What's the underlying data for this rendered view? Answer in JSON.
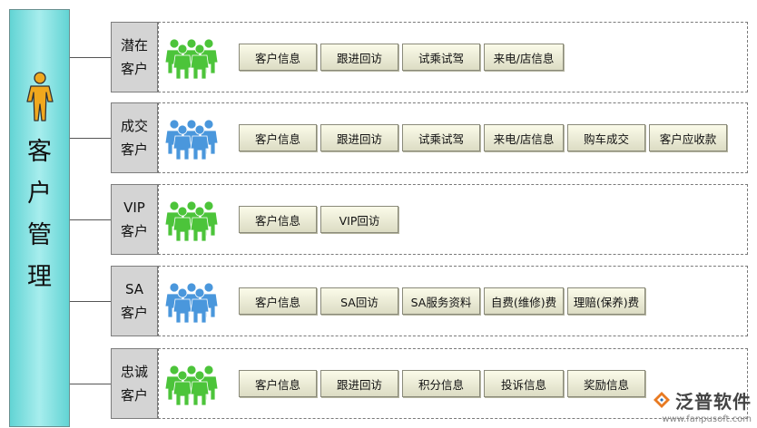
{
  "main": {
    "title_chars": [
      "客",
      "户",
      "管",
      "理"
    ],
    "color": "#62d4d4"
  },
  "rows": [
    {
      "label_lines": [
        "潜在",
        "客户"
      ],
      "people_color": "green",
      "items": [
        "客户信息",
        "跟进回访",
        "试乘试驾",
        "来电/店信息"
      ]
    },
    {
      "label_lines": [
        "成交",
        "客户"
      ],
      "people_color": "blue",
      "items": [
        "客户信息",
        "跟进回访",
        "试乘试驾",
        "来电/店信息",
        "购车成交",
        "客户应收款"
      ]
    },
    {
      "label_lines": [
        "VIP",
        "客户"
      ],
      "people_color": "green",
      "items": [
        "客户信息",
        "VIP回访"
      ]
    },
    {
      "label_lines": [
        "SA",
        "客户"
      ],
      "people_color": "blue",
      "items": [
        "客户信息",
        "SA回访",
        "SA服务资料",
        "自费(维修)费",
        "理赔(保养)费"
      ]
    },
    {
      "label_lines": [
        "忠诚",
        "客户"
      ],
      "people_color": "green",
      "items": [
        "客户信息",
        "跟进回访",
        "积分信息",
        "投诉信息",
        "奖励信息"
      ]
    }
  ],
  "logo": {
    "text": "泛普软件",
    "url": "www.fanpusoft.com"
  },
  "colors": {
    "green": "#4cc43a",
    "blue": "#4a97dc",
    "person": "#f0a81e"
  }
}
